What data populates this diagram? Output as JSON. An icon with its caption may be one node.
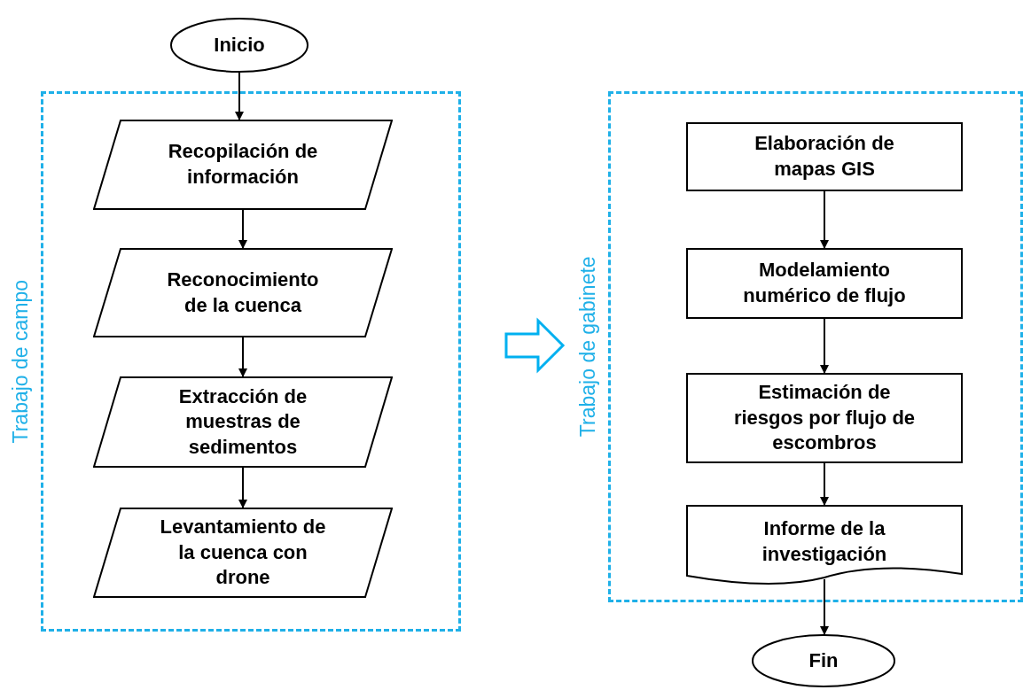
{
  "diagram": {
    "nodes": [
      {
        "text": [
          "Inicio"
        ]
      },
      {
        "text": [
          "Trabajo de campo"
        ]
      },
      {
        "text": [
          "Recopilación de información"
        ],
        "in": 1
      },
      {
        "text": [
          "Reconocimiento de la cuenca"
        ],
        "in": 1
      },
      {
        "text": [
          "Extracción de muestras de sedimentos"
        ],
        "in": 1
      },
      {
        "text": [
          "Levantamiento de la cuenca con drone"
        ],
        "in": 1
      },
      {
        "text": [
          "Trabajo de gabinete"
        ]
      },
      {
        "text": [
          "Elaboración de mapas GIS"
        ],
        "in": 6
      },
      {
        "text": [
          "Modelamiento numérico de flujo"
        ],
        "in": 6
      },
      {
        "text": [
          "Estimación de riesgos por flujo de escombros"
        ],
        "in": 6
      },
      {
        "text": [
          "Informe de la investigación"
        ],
        "in": 6
      },
      {
        "text": [
          "Fin"
        ]
      }
    ],
    "edges": [
      {
        "from": 0,
        "to": 2,
        "arrow": "to"
      },
      {
        "from": 2,
        "to": 3,
        "arrow": "to"
      },
      {
        "from": 3,
        "to": 4,
        "arrow": "to"
      },
      {
        "from": 4,
        "to": 5,
        "arrow": "to"
      },
      {
        "from": 1,
        "to": 6,
        "arrow": "to",
        "style": "thick",
        "color": "#00b0f0"
      },
      {
        "from": 7,
        "to": 8,
        "arrow": "to"
      },
      {
        "from": 8,
        "to": 9,
        "arrow": "to"
      },
      {
        "from": 9,
        "to": 10,
        "arrow": "to"
      },
      {
        "from": 10,
        "to": 11,
        "arrow": "to"
      }
    ]
  }
}
